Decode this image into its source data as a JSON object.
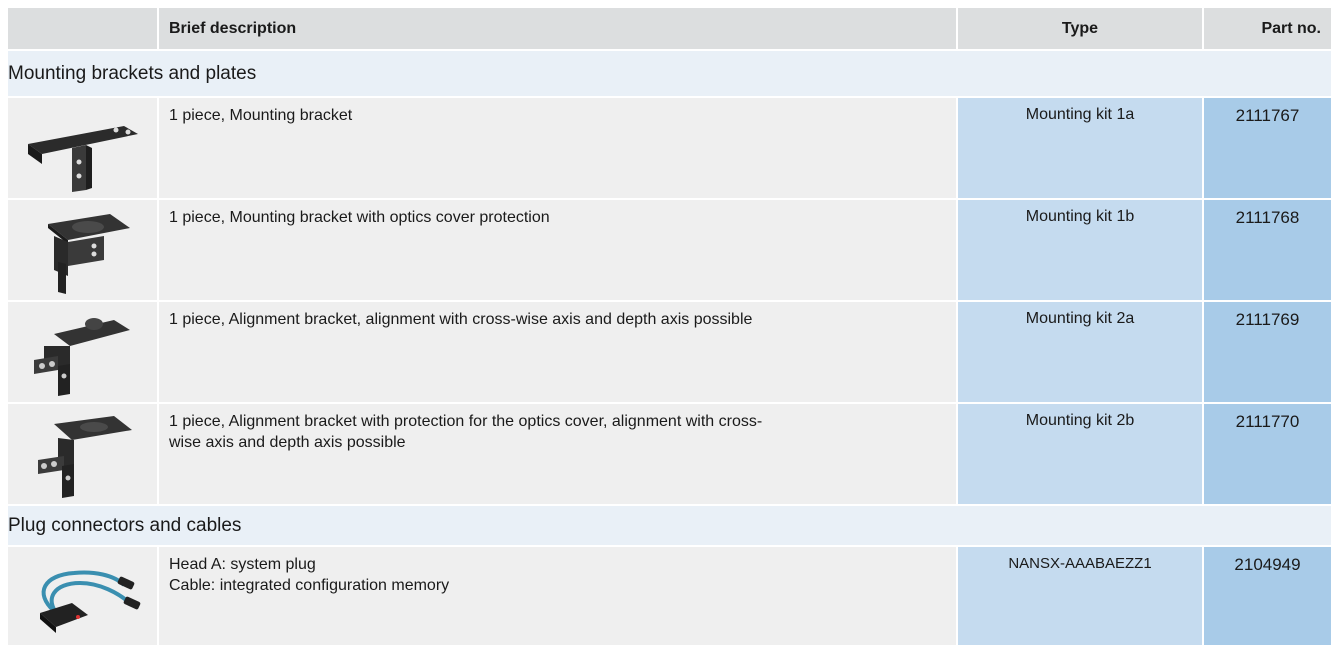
{
  "header": {
    "brief_description": "Brief description",
    "type": "Type",
    "part_no": "Part no."
  },
  "sections": [
    {
      "title": "Mounting brackets and plates",
      "rows": [
        {
          "icon": "mounting-bracket-icon",
          "description": [
            "1 piece, Mounting bracket"
          ],
          "type": "Mounting kit 1a",
          "part_no": "2111767"
        },
        {
          "icon": "mounting-bracket-cover-icon",
          "description": [
            "1 piece, Mounting bracket with optics cover protection"
          ],
          "type": "Mounting kit 1b",
          "part_no": "2111768"
        },
        {
          "icon": "alignment-bracket-icon",
          "description": [
            "1 piece, Alignment bracket, alignment with cross-wise axis and depth axis possible"
          ],
          "type": "Mounting kit 2a",
          "part_no": "2111769"
        },
        {
          "icon": "alignment-bracket-cover-icon",
          "description": [
            "1 piece, Alignment bracket with protection for the optics cover, alignment with cross-",
            "wise axis and depth axis possible"
          ],
          "type": "Mounting kit 2b",
          "part_no": "2111770"
        }
      ]
    },
    {
      "title": "Plug connectors and cables",
      "rows": [
        {
          "icon": "system-plug-cable-icon",
          "description": [
            "Head A: system plug",
            "Cable: integrated configuration memory"
          ],
          "type": "NANSX-AAABAEZZ1",
          "part_no": "2104949"
        }
      ]
    }
  ]
}
